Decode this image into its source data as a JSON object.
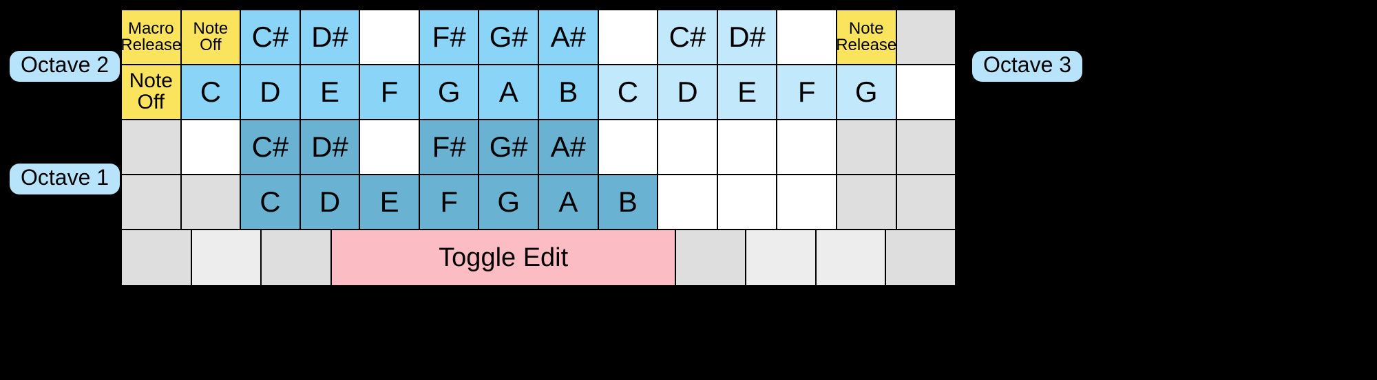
{
  "labels": {
    "octave_left_top": "Octave 2",
    "octave_left_bottom": "Octave 1",
    "octave_right": "Octave 3"
  },
  "colors": {
    "background": "#000000",
    "yellow": "#fae45e",
    "blue_octave2": "#8ad5f7",
    "blue_octave3": "#c2e8fb",
    "blue_octave1": "#6ab2d2",
    "gray": "#dedede",
    "gray_light": "#ededed",
    "pink": "#fcbcc3",
    "pill": "#b8e4fb",
    "white": "#ffffff",
    "stroke": "#000000"
  },
  "rows": [
    {
      "name": "octave2-black-keys",
      "cells": [
        {
          "label_line1": "Macro",
          "label_line2": "Release",
          "fill": "yellow",
          "size": "small"
        },
        {
          "label_line1": "Note",
          "label_line2": "Off",
          "fill": "yellow",
          "size": "small"
        },
        {
          "label": "C#",
          "fill": "blue",
          "size": "sharp"
        },
        {
          "label": "D#",
          "fill": "blue",
          "size": "sharp"
        },
        {
          "label": "",
          "fill": "white",
          "size": "sharp"
        },
        {
          "label": "F#",
          "fill": "blue",
          "size": "sharp"
        },
        {
          "label": "G#",
          "fill": "blue",
          "size": "sharp"
        },
        {
          "label": "A#",
          "fill": "blue",
          "size": "sharp"
        },
        {
          "label": "",
          "fill": "white",
          "size": "sharp"
        },
        {
          "label": "C#",
          "fill": "blue-lt",
          "size": "sharp"
        },
        {
          "label": "D#",
          "fill": "blue-lt",
          "size": "sharp"
        },
        {
          "label": "",
          "fill": "white",
          "size": "sharp"
        },
        {
          "label_line1": "Note",
          "label_line2": "Release",
          "fill": "yellow",
          "size": "small"
        },
        {
          "label": "",
          "fill": "gray",
          "size": "sharp"
        }
      ]
    },
    {
      "name": "octave2-white-keys",
      "cells": [
        {
          "label_line1": "Note",
          "label_line2": "Off",
          "fill": "yellow",
          "size": "med"
        },
        {
          "label": "C",
          "fill": "blue",
          "size": "note"
        },
        {
          "label": "D",
          "fill": "blue",
          "size": "note"
        },
        {
          "label": "E",
          "fill": "blue",
          "size": "note"
        },
        {
          "label": "F",
          "fill": "blue",
          "size": "note"
        },
        {
          "label": "G",
          "fill": "blue",
          "size": "note"
        },
        {
          "label": "A",
          "fill": "blue",
          "size": "note"
        },
        {
          "label": "B",
          "fill": "blue",
          "size": "note"
        },
        {
          "label": "C",
          "fill": "blue-lt",
          "size": "note"
        },
        {
          "label": "D",
          "fill": "blue-lt",
          "size": "note"
        },
        {
          "label": "E",
          "fill": "blue-lt",
          "size": "note"
        },
        {
          "label": "F",
          "fill": "blue-lt",
          "size": "note"
        },
        {
          "label": "G",
          "fill": "blue-lt",
          "size": "note"
        },
        {
          "label": "",
          "fill": "white",
          "size": "note"
        }
      ]
    },
    {
      "name": "octave1-black-keys",
      "cells": [
        {
          "label": "",
          "fill": "gray",
          "size": "sharp"
        },
        {
          "label": "",
          "fill": "white",
          "size": "sharp"
        },
        {
          "label": "C#",
          "fill": "blue-dk",
          "size": "sharp"
        },
        {
          "label": "D#",
          "fill": "blue-dk",
          "size": "sharp"
        },
        {
          "label": "",
          "fill": "white",
          "size": "sharp"
        },
        {
          "label": "F#",
          "fill": "blue-dk",
          "size": "sharp"
        },
        {
          "label": "G#",
          "fill": "blue-dk",
          "size": "sharp"
        },
        {
          "label": "A#",
          "fill": "blue-dk",
          "size": "sharp"
        },
        {
          "label": "",
          "fill": "white",
          "size": "sharp"
        },
        {
          "label": "",
          "fill": "white",
          "size": "sharp"
        },
        {
          "label": "",
          "fill": "white",
          "size": "sharp"
        },
        {
          "label": "",
          "fill": "white",
          "size": "sharp"
        },
        {
          "label": "",
          "fill": "gray",
          "size": "sharp"
        },
        {
          "label": "",
          "fill": "gray",
          "size": "sharp"
        }
      ]
    },
    {
      "name": "octave1-white-keys",
      "cells": [
        {
          "label": "",
          "fill": "gray",
          "size": "note"
        },
        {
          "label": "",
          "fill": "gray",
          "size": "note"
        },
        {
          "label": "C",
          "fill": "blue-dk",
          "size": "note"
        },
        {
          "label": "D",
          "fill": "blue-dk",
          "size": "note"
        },
        {
          "label": "E",
          "fill": "blue-dk",
          "size": "note"
        },
        {
          "label": "F",
          "fill": "blue-dk",
          "size": "note"
        },
        {
          "label": "G",
          "fill": "blue-dk",
          "size": "note"
        },
        {
          "label": "A",
          "fill": "blue-dk",
          "size": "note"
        },
        {
          "label": "B",
          "fill": "blue-dk",
          "size": "note"
        },
        {
          "label": "",
          "fill": "white",
          "size": "note"
        },
        {
          "label": "",
          "fill": "white",
          "size": "note"
        },
        {
          "label": "",
          "fill": "white",
          "size": "note"
        },
        {
          "label": "",
          "fill": "gray",
          "size": "note"
        },
        {
          "label": "",
          "fill": "gray",
          "size": "note"
        }
      ]
    },
    {
      "name": "function-row",
      "cells": [
        {
          "label": "",
          "fill": "gray",
          "size": "note"
        },
        {
          "label": "",
          "fill": "gray2",
          "size": "note"
        },
        {
          "label": "",
          "fill": "gray",
          "size": "note"
        },
        {
          "label": "Toggle Edit",
          "fill": "pink",
          "size": "toggle",
          "span": 5
        },
        {
          "label": "",
          "fill": "gray",
          "size": "note"
        },
        {
          "label": "",
          "fill": "gray2",
          "size": "note"
        },
        {
          "label": "",
          "fill": "gray2",
          "size": "note"
        },
        {
          "label": "",
          "fill": "gray",
          "size": "note"
        }
      ]
    }
  ]
}
